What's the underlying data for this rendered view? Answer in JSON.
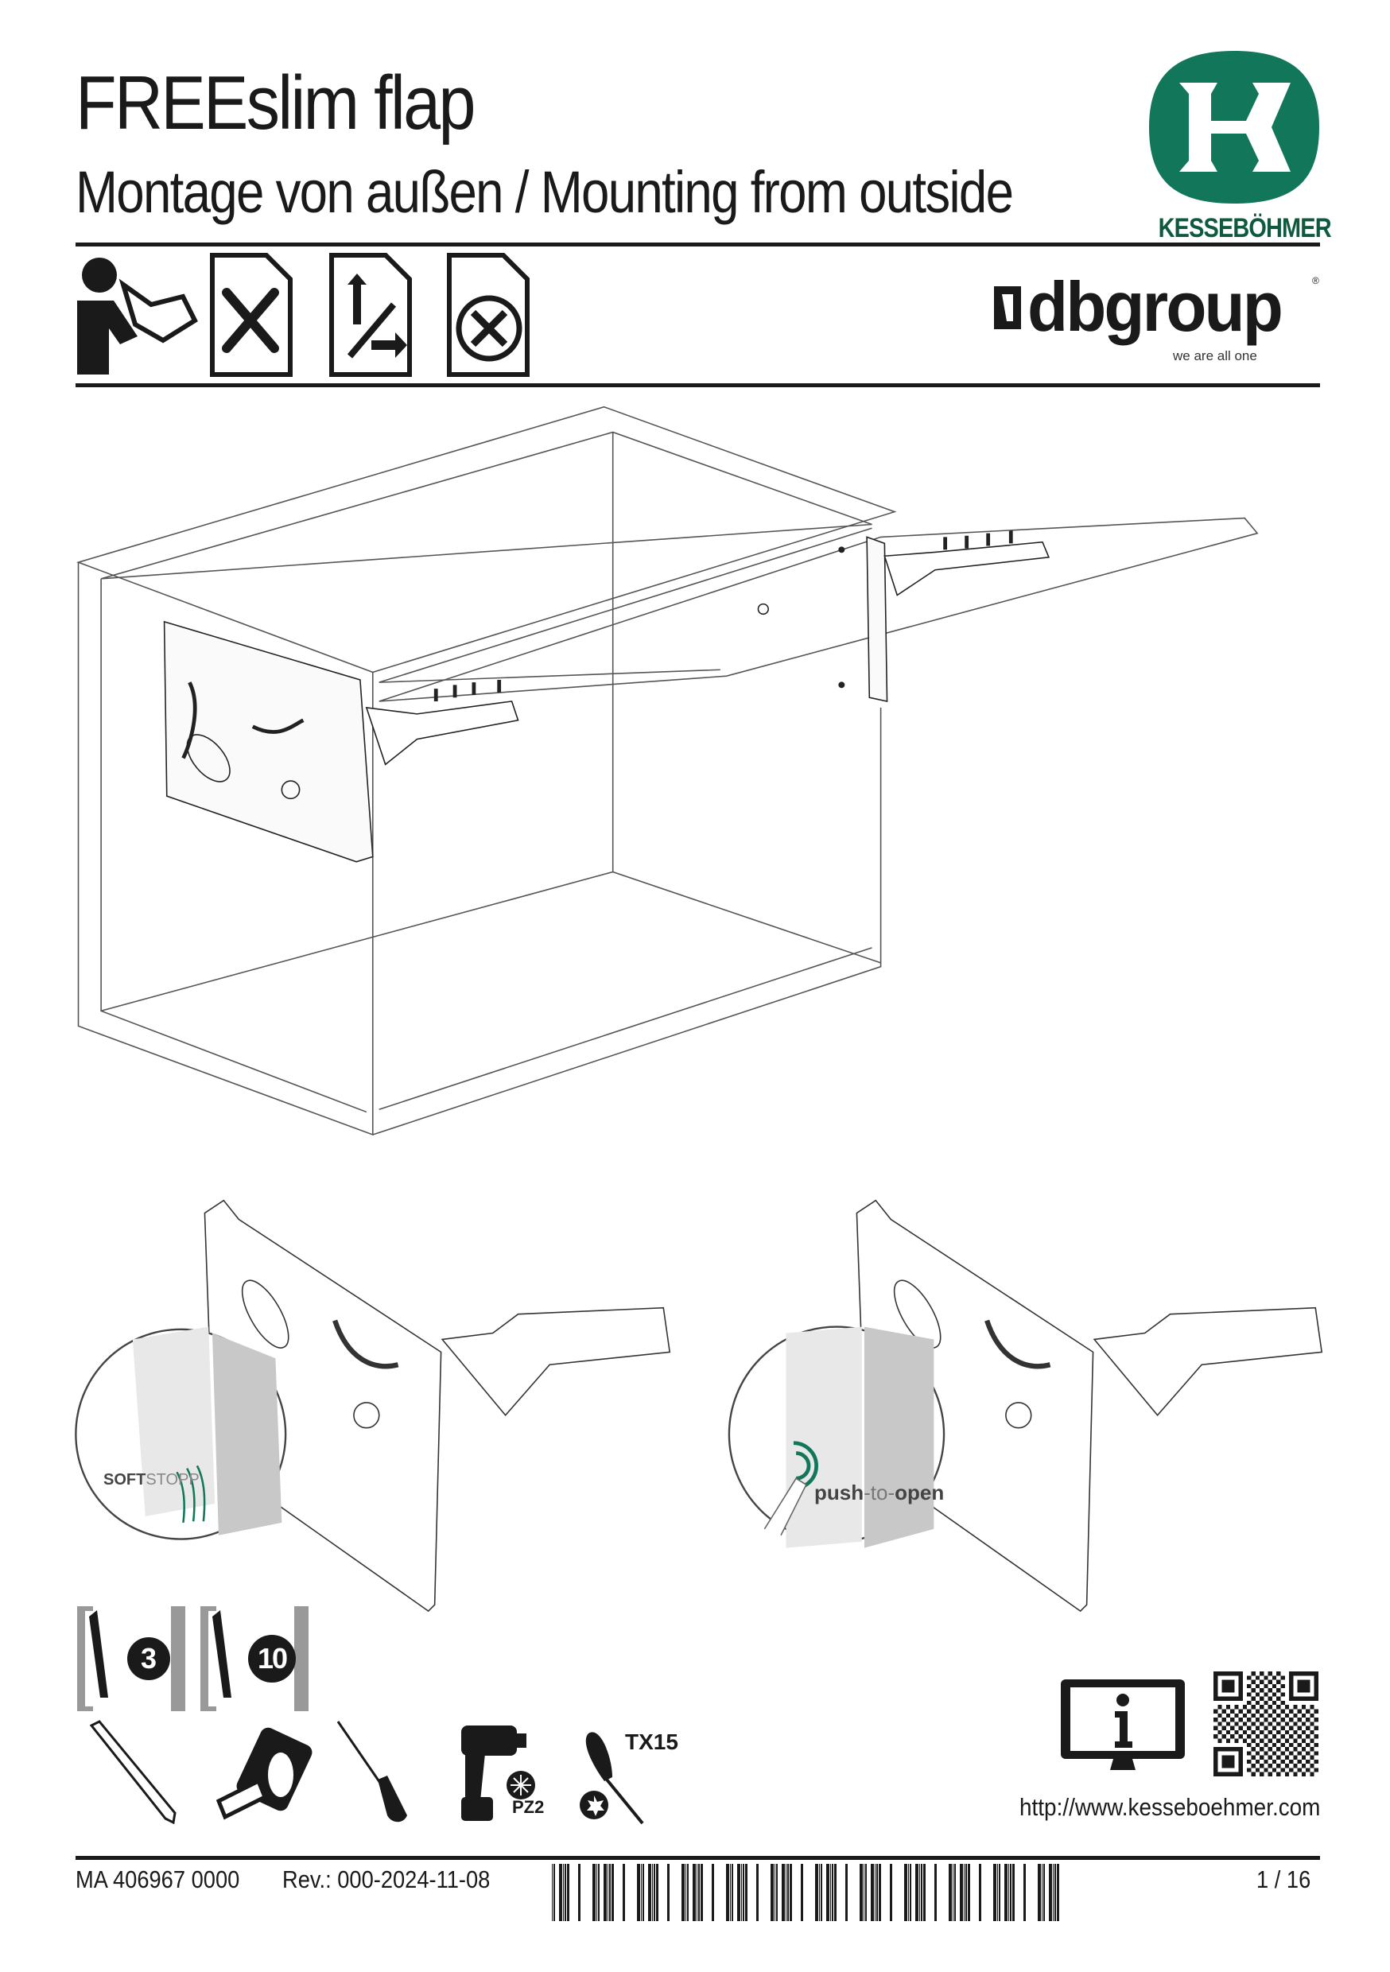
{
  "header": {
    "title": "FREEslim flap",
    "subtitle": "Montage von außen / Mounting from outside",
    "brand": "KESSEBÖHMER",
    "partner_brand": "dbgroup",
    "partner_tagline": "we are all one",
    "partner_registered": "®",
    "brand_color": "#12775a"
  },
  "instruction_icons": [
    "read-manual-icon",
    "tools-document-icon",
    "adjust-document-icon",
    "maintenance-document-icon"
  ],
  "details": {
    "softstopp_label_bold": "SOFT",
    "softstopp_label_light": "STOPP",
    "push_label_bold": "push",
    "push_label_light": "-to-",
    "push_label_bold2": "open",
    "accent_color": "#12775a"
  },
  "drill_bits": [
    {
      "icon": "drill-bit-icon",
      "size": "3"
    },
    {
      "icon": "drill-bit-icon",
      "size": "10"
    }
  ],
  "tools": {
    "pencil": "pencil-icon",
    "tape": "tape-measure-icon",
    "awl": "awl-icon",
    "drill": "cordless-drill-icon",
    "drill_bit": "PZ2",
    "screwdriver": "torx-screwdriver-icon",
    "screwdriver_bit": "TX15"
  },
  "info": {
    "url": "http://www.kesseboehmer.com"
  },
  "footer": {
    "doc_number": "MA 406967 0000",
    "revision": "Rev.: 000-2024-11-08",
    "page": "1 / 16"
  }
}
